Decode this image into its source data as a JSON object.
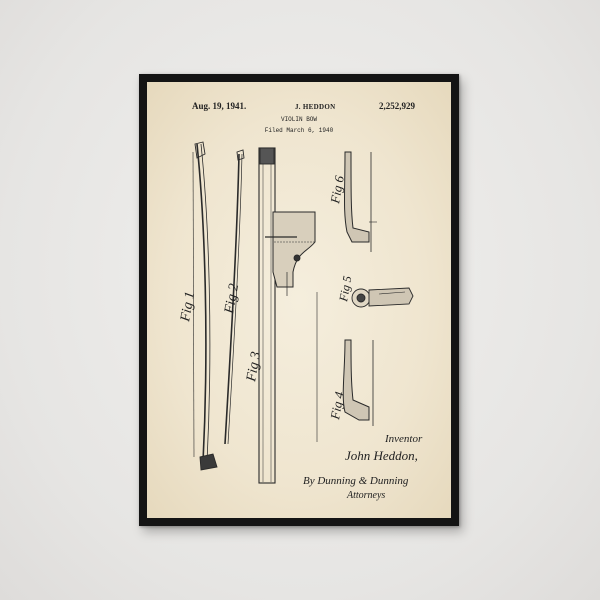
{
  "poster": {
    "date": "Aug. 19, 1941.",
    "inventor_header": "J. HEDDON",
    "patent_number": "2,252,929",
    "subtitle": "VIOLIN BOW",
    "filed": "Filed March 6, 1940",
    "figures": {
      "fig1": "Fig 1",
      "fig2": "Fig 2",
      "fig3": "Fig 3",
      "fig4": "Fig 4",
      "fig5": "Fig 5",
      "fig6": "Fig 6"
    },
    "signature": {
      "inventor_label": "Inventor",
      "inventor_name": "John Heddon,",
      "attorneys": "By Dunning & Dunning",
      "attorneys_label": "Attorneys"
    }
  },
  "colors": {
    "wall": "#e9e8e6",
    "frame": "#141414",
    "paper": "#f2e9d5",
    "ink": "#222222"
  }
}
